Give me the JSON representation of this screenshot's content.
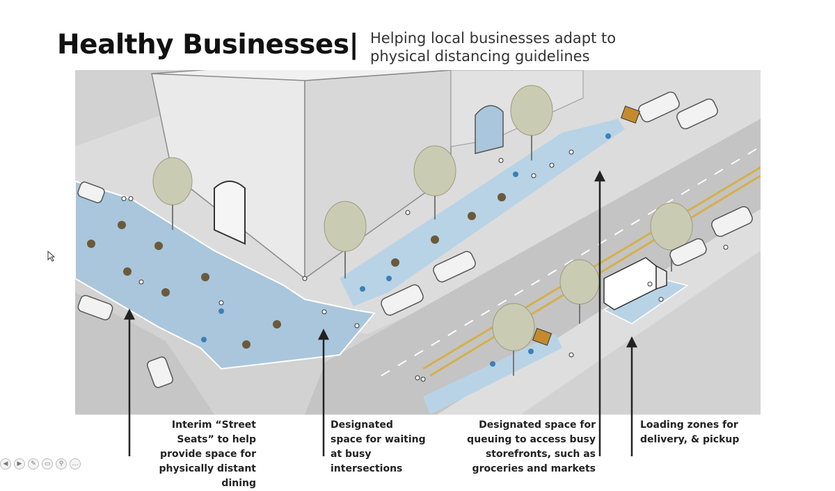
{
  "title": "Healthy Businesses|",
  "subtitle": "Helping local businesses adapt to physical distancing guidelines",
  "captions": [
    "Interim “Street Seats” to help provide space for physically distant dining",
    "Designated space for waiting at busy intersections",
    "Designated space for queuing to access busy storefronts, such as groceries and markets",
    "Loading zones for delivery, & pickup"
  ],
  "toolbar": {
    "buttons": [
      "prev",
      "next",
      "pen",
      "eraser",
      "zoom",
      "more"
    ]
  },
  "colors": {
    "street_seat_zone": "#a9c6dc",
    "queue_zone": "#b8d3e6",
    "road": "#c9c9c9",
    "building": "#e4e4e4",
    "tree": "#c9cbb2",
    "lane_marking": "#d4b04a"
  }
}
